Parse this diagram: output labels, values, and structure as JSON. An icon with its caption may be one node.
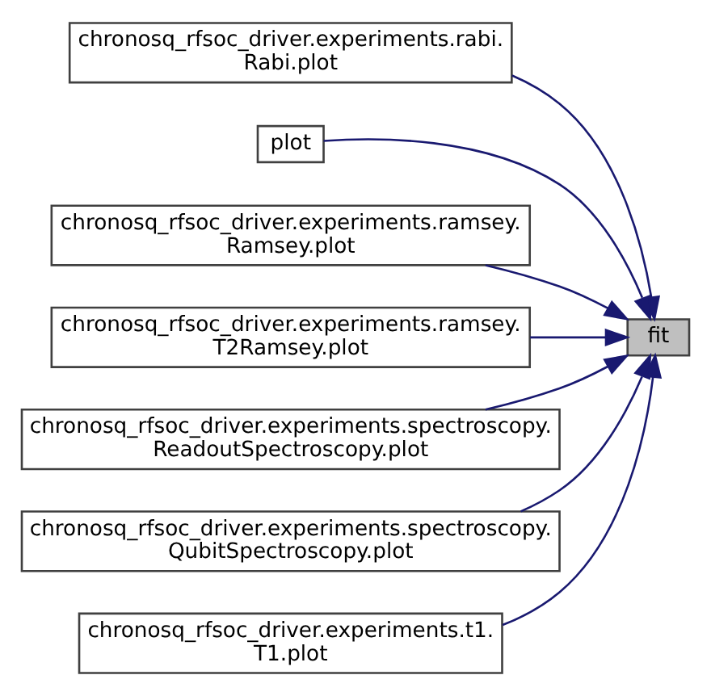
{
  "diagram": {
    "nodes": [
      {
        "text": [
          "chronosq_rfsoc_driver.experiments.rabi. Rabi.plot"
        ]
      },
      {
        "text": [
          "plot"
        ]
      },
      {
        "text": [
          "chronosq_rfsoc_driver.experiments.ramsey. Ramsey.plot"
        ]
      },
      {
        "text": [
          "chronosq_rfsoc_driver.experiments.ramsey. T2Ramsey.plot"
        ]
      },
      {
        "text": [
          "chronosq_rfsoc_driver.experiments.spectroscopy. ReadoutSpectroscopy.plot"
        ]
      },
      {
        "text": [
          "chronosq_rfsoc_driver.experiments.spectroscopy. QubitSpectroscopy.plot"
        ]
      },
      {
        "text": [
          "chronosq_rfsoc_driver.experiments.t1. T1.plot"
        ]
      },
      {
        "text": [
          "fit"
        ]
      }
    ],
    "edges": [
      {
        "from": 0,
        "to": 7,
        "arrow": "to"
      },
      {
        "from": 1,
        "to": 7,
        "arrow": "to"
      },
      {
        "from": 2,
        "to": 7,
        "arrow": "to"
      },
      {
        "from": 3,
        "to": 7,
        "arrow": "to"
      },
      {
        "from": 4,
        "to": 7,
        "arrow": "to"
      },
      {
        "from": 5,
        "to": 7,
        "arrow": "to"
      },
      {
        "from": 6,
        "to": 7,
        "arrow": "to"
      }
    ]
  }
}
